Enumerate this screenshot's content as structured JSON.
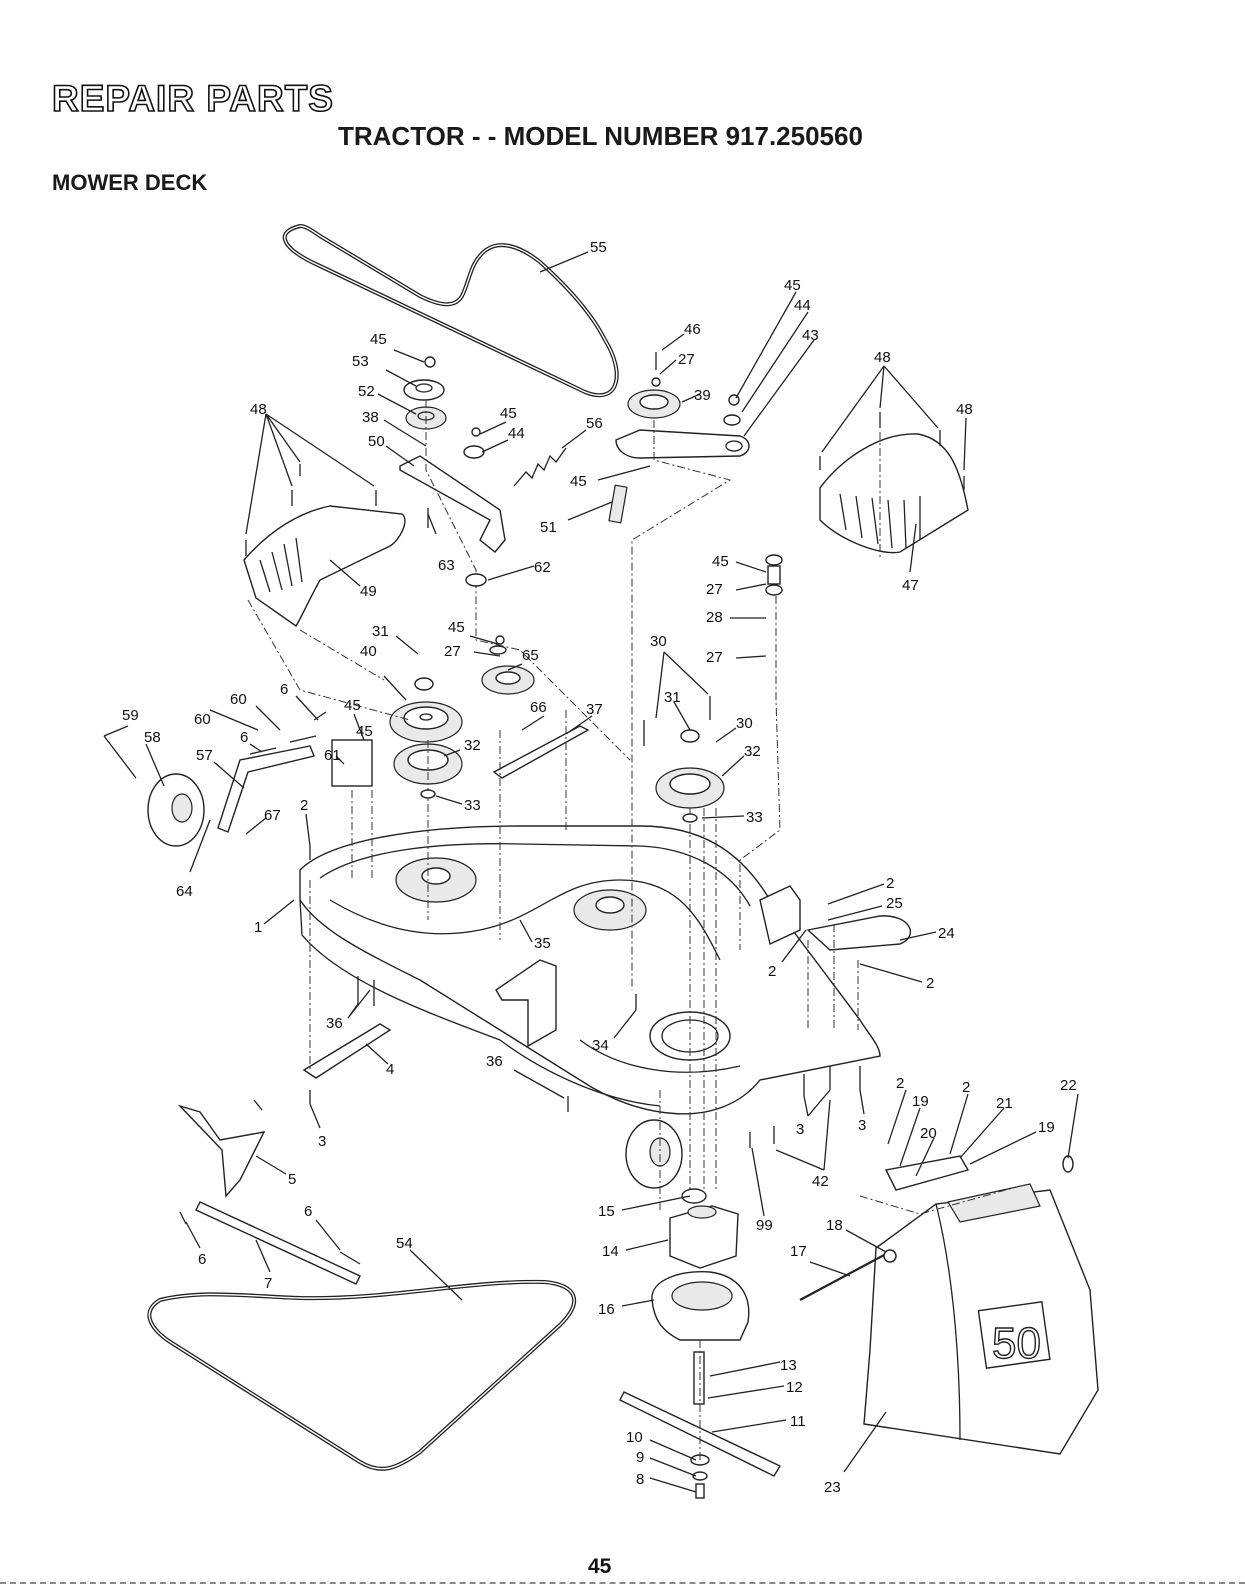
{
  "header": {
    "title": "REPAIR PARTS",
    "subtitle": "TRACTOR - - MODEL NUMBER 917.250560",
    "section": "MOWER DECK"
  },
  "page_number": "45",
  "bag_label": "50",
  "callouts": [
    "55",
    "45",
    "44",
    "43",
    "46",
    "27",
    "39",
    "48",
    "48",
    "45",
    "53",
    "52",
    "38",
    "50",
    "45",
    "44",
    "56",
    "45",
    "51",
    "48",
    "63",
    "62",
    "49",
    "47",
    "45",
    "27",
    "28",
    "27",
    "31",
    "45",
    "27",
    "65",
    "40",
    "30",
    "60",
    "6",
    "45",
    "66",
    "37",
    "59",
    "60",
    "6",
    "31",
    "30",
    "58",
    "57",
    "61",
    "32",
    "45",
    "32",
    "33",
    "33",
    "67",
    "2",
    "64",
    "1",
    "35",
    "2",
    "25",
    "24",
    "2",
    "2",
    "36",
    "34",
    "4",
    "36",
    "3",
    "2",
    "19",
    "2",
    "21",
    "22",
    "20",
    "19",
    "3",
    "3",
    "42",
    "5",
    "15",
    "99",
    "18",
    "14",
    "17",
    "6",
    "54",
    "6",
    "7",
    "16",
    "13",
    "12",
    "11",
    "10",
    "9",
    "8",
    "23"
  ]
}
